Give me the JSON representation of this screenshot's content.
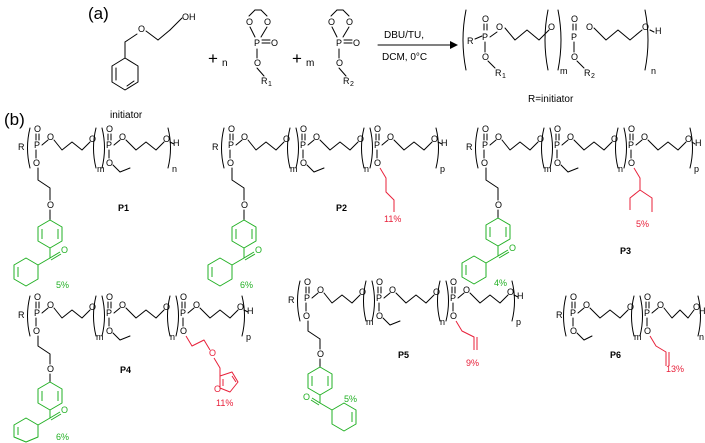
{
  "labels": {
    "a": "(a)",
    "b": "(b)"
  },
  "scheme_a": {
    "plus": "+",
    "n": "n",
    "m": "m",
    "conditions": [
      "DBU/TU,",
      "DCM, 0°C"
    ],
    "initiator_caption": "initiator",
    "r_caption": "R=initiator"
  },
  "atoms": {
    "O": "O",
    "P": "P",
    "H": "H",
    "OH": "OH",
    "R": "R",
    "R1": "R",
    "R2": "R",
    "sub1": "1",
    "sub2": "2"
  },
  "subscripts": {
    "n": "n",
    "m": "m",
    "p": "p"
  },
  "polymers": [
    {
      "name": "P1",
      "green": "5%",
      "red": ""
    },
    {
      "name": "P2",
      "green": "6%",
      "red": "11%"
    },
    {
      "name": "P3",
      "green": "4%",
      "red": "5%"
    },
    {
      "name": "P4",
      "green": "6%",
      "red": "11%"
    },
    {
      "name": "P5",
      "green": "5%",
      "red": "9%"
    },
    {
      "name": "P6",
      "green": "",
      "red": "13%"
    }
  ],
  "colors": {
    "green": "#22b024",
    "red": "#e8203a",
    "black": "#000000"
  }
}
